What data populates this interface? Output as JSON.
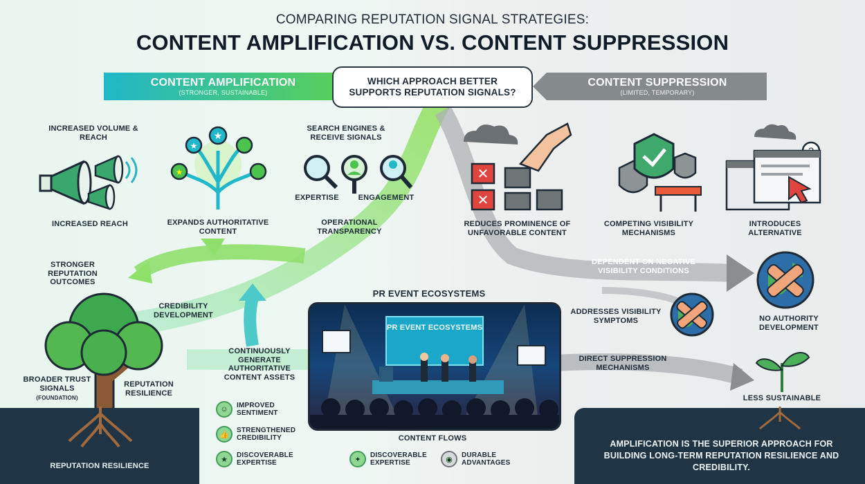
{
  "header": {
    "subtitle": "COMPARING REPUTATION SIGNAL STRATEGIES:",
    "title": "CONTENT AMPLIFICATION VS. CONTENT SUPPRESSION"
  },
  "question": "WHICH APPROACH BETTER SUPPORTS REPUTATION SIGNALS?",
  "amplification": {
    "label": "CONTENT AMPLIFICATION",
    "sublabel": "(STRONGER, SUSTAINABLE)",
    "reach_title": "INCREASED VOLUME & REACH",
    "reach_label": "INCREASED REACH",
    "expands_label": "EXPANDS AUTHORITATIVE CONTENT",
    "search_label": "SEARCH ENGINES & RECEIVE SIGNALS",
    "expertise_label": "EXPERTISE",
    "engagement_label": "ENGAGEMENT",
    "transparency_label": "OPERATIONAL TRANSPARENCY",
    "stronger_outcomes": "STRONGER REPUTATION OUTCOMES",
    "credibility_dev": "CREDIBILITY DEVELOPMENT",
    "broader_trust": "BROADER TRUST SIGNALS",
    "foundation": "(FOUNDATION)",
    "resilience": "REPUTATION RESILIENCE",
    "footer_resilience": "REPUTATION RESILIENCE",
    "generate": "CONTINUOUSLY GENERATE AUTHORITATIVE CONTENT ASSETS",
    "bullets": [
      "IMPROVED SENTIMENT",
      "STRENGTHENED CREDIBILITY",
      "DISCOVERABLE EXPERTISE"
    ]
  },
  "pr": {
    "title": "PR EVENT ECOSYSTEMS",
    "screen": "PR EVENT ECOSYSTEMS",
    "content_flows": "CONTENT FLOWS",
    "flow_left": "DISCOVERABLE EXPERTISE",
    "flow_right": "DURABLE ADVANTAGES"
  },
  "suppression": {
    "label": "CONTENT SUPPRESSION",
    "sublabel": "(LIMITED, TEMPORARY)",
    "reduces": "REDUCES PROMINENCE OF UNFAVORABLE CONTENT",
    "competing": "COMPETING VISIBILITY MECHANISMS",
    "introduces": "INTRODUCES ALTERNATIVE",
    "dependent": "DEPENDENT ON NEGATIVE VISIBILITY CONDITIONS",
    "addresses": "ADDRESSES VISIBILITY SYMPTOMS",
    "no_authority": "NO AUTHORITY DEVELOPMENT",
    "direct": "DIRECT SUPPRESSION MECHANISMS",
    "less_sustainable": "LESS SUSTAINABLE"
  },
  "conclusion": "AMPLIFICATION IS THE SUPERIOR APPROACH FOR BUILDING LONG-TERM REPUTATION RESILIENCE AND CREDIBILITY.",
  "colors": {
    "green": "#4cc24f",
    "teal": "#1fb7c9",
    "gray": "#7f8487",
    "navy": "#1f3444",
    "dark": "#1d2a36"
  }
}
